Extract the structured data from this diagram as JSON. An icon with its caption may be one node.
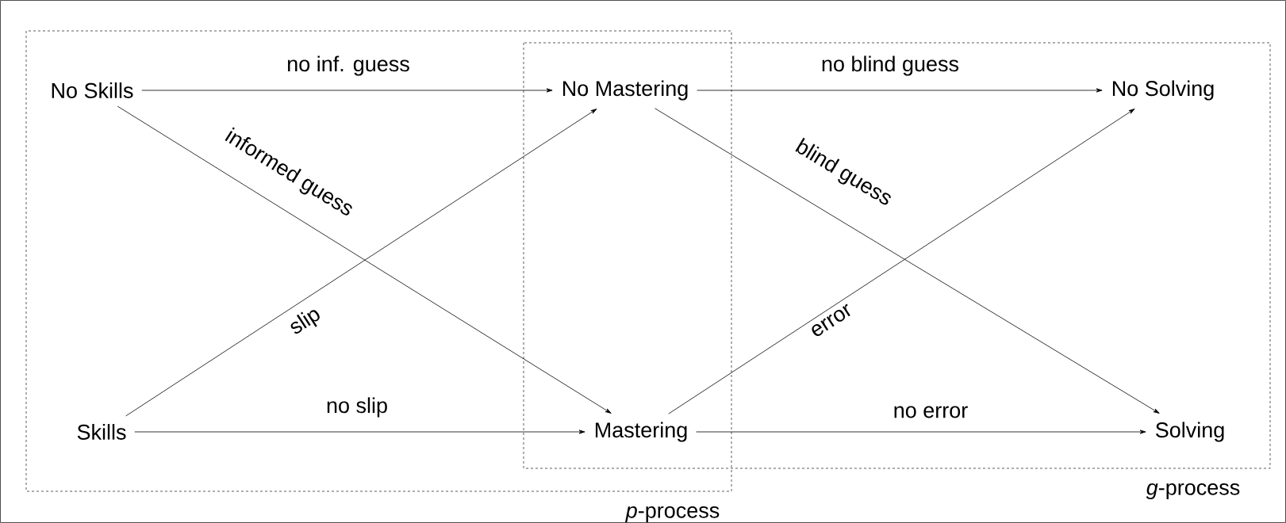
{
  "diagram": {
    "nodes": [
      {
        "text": [
          "*p*-process"
        ]
      },
      {
        "text": [
          "No Skills"
        ],
        "in": 0
      },
      {
        "text": [
          "Skills"
        ],
        "in": 0
      },
      {
        "text": [
          "*g*-process"
        ]
      },
      {
        "text": [
          "No Mastering"
        ]
      },
      {
        "text": [
          "Mastering"
        ]
      },
      {
        "text": [
          "No Solving"
        ],
        "in": 3
      },
      {
        "text": [
          "Solving"
        ],
        "in": 3
      }
    ],
    "edges": [
      {
        "from": 1,
        "to": 4,
        "arrow": "to",
        "label": "no inf. guess"
      },
      {
        "from": 1,
        "to": 5,
        "arrow": "to",
        "label": "informed guess"
      },
      {
        "from": 2,
        "to": 4,
        "arrow": "to",
        "label": "slip"
      },
      {
        "from": 2,
        "to": 5,
        "arrow": "to",
        "label": "no slip"
      },
      {
        "from": 4,
        "to": 6,
        "arrow": "to",
        "label": "no blind guess"
      },
      {
        "from": 4,
        "to": 7,
        "arrow": "to",
        "label": "blind guess"
      },
      {
        "from": 5,
        "to": 6,
        "arrow": "to",
        "label": "error"
      },
      {
        "from": 5,
        "to": 7,
        "arrow": "to",
        "label": "no error"
      }
    ]
  }
}
